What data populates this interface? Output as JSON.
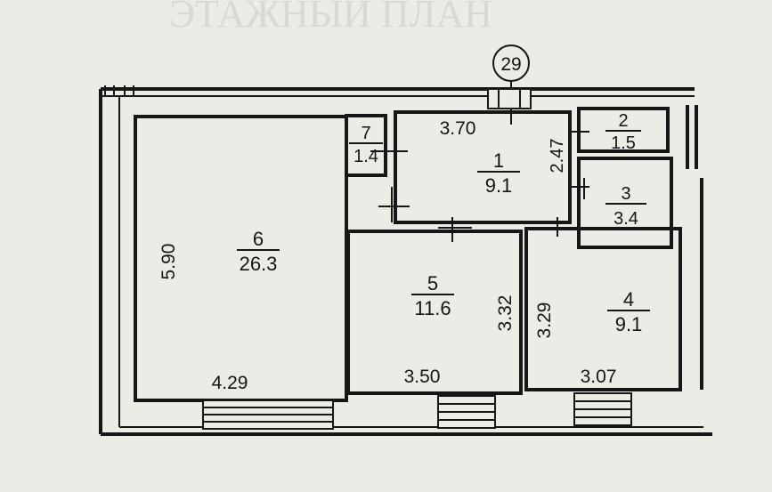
{
  "header_text": "ЭТАЖНЫЙ ПЛАН",
  "axis_marker": "29",
  "rooms": [
    {
      "id": "room-1",
      "number": "1",
      "area": "9.1"
    },
    {
      "id": "room-2",
      "number": "2",
      "area": "1.5"
    },
    {
      "id": "room-3",
      "number": "3",
      "area": "3.4"
    },
    {
      "id": "room-4",
      "number": "4",
      "area": "9.1"
    },
    {
      "id": "room-5",
      "number": "5",
      "area": "11.6"
    },
    {
      "id": "room-6",
      "number": "6",
      "area": "26.3"
    },
    {
      "id": "room-7",
      "number": "7",
      "area": "1.4"
    }
  ],
  "dimensions": {
    "room1_width": "3.70",
    "room1_depth": "2.47",
    "room6_depth": "5.90",
    "room6_width": "4.29",
    "room5_width": "3.50",
    "room5_depth": "3.32",
    "room4_depth": "3.29",
    "room4_width": "3.07"
  }
}
